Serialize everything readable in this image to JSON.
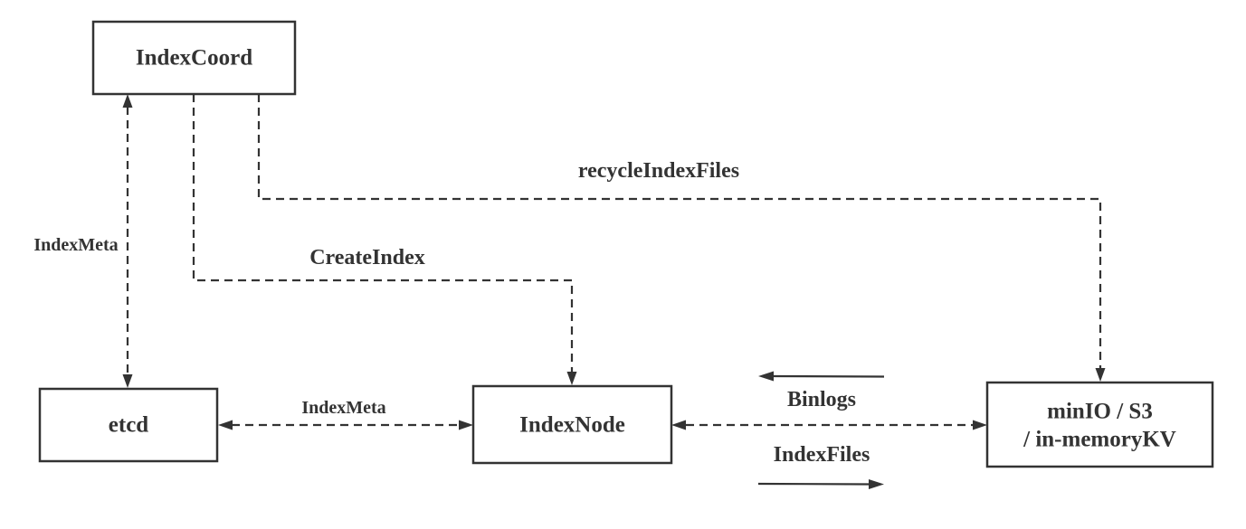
{
  "nodes": {
    "index_coord": "IndexCoord",
    "etcd": "etcd",
    "index_node": "IndexNode",
    "storage_line1": "minIO / S3",
    "storage_line2": "/ in-memoryKV"
  },
  "edges": {
    "coord_etcd": "IndexMeta",
    "coord_node": "CreateIndex",
    "coord_storage": "recycleIndexFiles",
    "etcd_node": "IndexMeta",
    "storage_to_node": "Binlogs",
    "node_to_storage": "IndexFiles"
  }
}
